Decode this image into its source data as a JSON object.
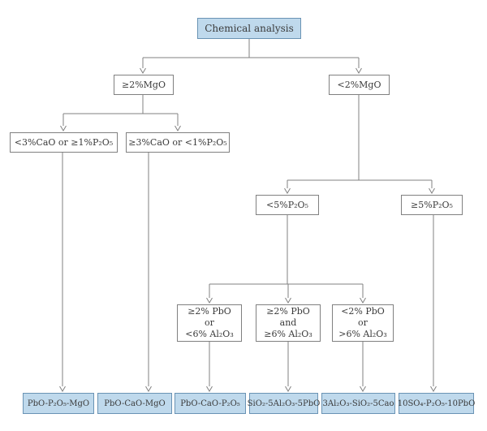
{
  "colors": {
    "box_fill": "#bfd9ec",
    "box_border": "#6a93b4",
    "decision_border": "#808080",
    "line": "#808080",
    "text": "#3a3a3a"
  },
  "root": {
    "label": "Chemical analysis"
  },
  "level2": [
    {
      "label": "≥2%MgO"
    },
    {
      "label": "<2%MgO"
    }
  ],
  "level3": [
    {
      "label": "<3%CaO or ≥1%P₂O₅"
    },
    {
      "label": "≥3%CaO or <1%P₂O₅"
    }
  ],
  "level4": [
    {
      "label": "<5%P₂O₅"
    },
    {
      "label": "≥5%P₂O₅"
    }
  ],
  "level5": [
    {
      "line1": "≥2% PbO",
      "line2": "or",
      "line3": "<6% Al₂O₃"
    },
    {
      "line1": "≥2% PbO",
      "line2": "and",
      "line3": "≥6% Al₂O₃"
    },
    {
      "line1": "<2% PbO",
      "line2": "or",
      "line3": ">6% Al₂O₃"
    }
  ],
  "results": [
    {
      "label": "PbO-P₂O₅-MgO"
    },
    {
      "label": "PbO-CaO-MgO"
    },
    {
      "label": "PbO-CaO-P₂O₅"
    },
    {
      "label": "SiO₂-5Al₂O₃-5PbO"
    },
    {
      "label": "3Al₂O₃-SiO₂-5Cao"
    },
    {
      "label": "10SO₄-P₂O₅-10PbO"
    }
  ]
}
